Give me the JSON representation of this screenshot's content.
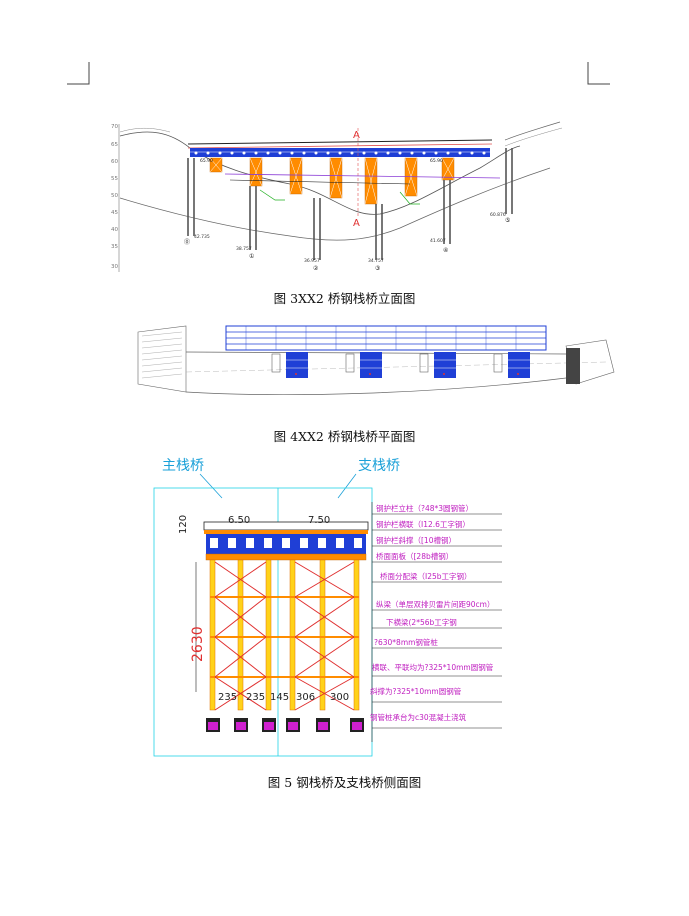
{
  "figure3": {
    "caption": "图 3XX2 桥钢栈桥立面图",
    "section_mark": "A",
    "y_axis_ticks": [
      "70",
      "65",
      "60",
      "55",
      "50",
      "45",
      "40",
      "35",
      "30"
    ],
    "pier_numbers": [
      "⓪",
      "①",
      "②",
      "③",
      "④",
      "⑤"
    ],
    "elevations": [
      "42.735",
      "38.757",
      "36.957",
      "34.757",
      "41.607",
      "60.876"
    ],
    "deck_elevations": [
      "65.90",
      "65.90"
    ]
  },
  "figure4": {
    "caption": "图 4XX2 桥钢栈桥平面图"
  },
  "figure5": {
    "caption": "图 5 钢栈桥及支栈桥侧面图",
    "title_main": "主栈桥",
    "title_branch": "支栈桥",
    "dim_deck_height": "120",
    "dim_main_width": "6.50",
    "dim_branch_width": "7.50",
    "dim_pile_height": "2630",
    "dim_bottom": [
      "235",
      "235",
      "145",
      "306",
      "300"
    ],
    "labels": [
      "钢护栏立柱（?48*3圆钢管）",
      "钢护栏横联（I12.6工字钢）",
      "钢护栏斜撑（[10槽钢）",
      "桥面面板（[28b槽钢）",
      "桥面分配梁（I25b工字钢）",
      "纵梁（单层双排贝雷片间距90cm）",
      "下横梁(2*56b工字钢",
      "?630*8mm钢管桩",
      "横联、平联均为?325*10mm圆钢管",
      "斜撑为?325*10mm圆钢管",
      "钢管桩承台为c30混凝土浇筑"
    ]
  }
}
